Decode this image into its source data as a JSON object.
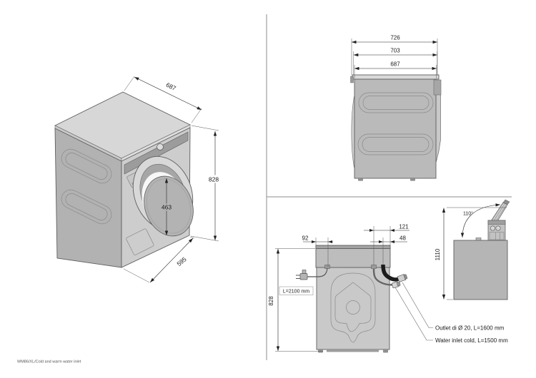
{
  "footer": {
    "label": "WM86/XL/Cold and warm water inlet"
  },
  "colors": {
    "body_light": "#d7d7d7",
    "body_mid": "#bababa",
    "body_dark": "#9c9c9c",
    "drawing_line": "#5f5f5f",
    "dimension_line": "#222222"
  },
  "isometric_view": {
    "depth_mm": "687",
    "height_mm": "828",
    "door_diameter_mm": "463",
    "width_mm": "595"
  },
  "side_view": {
    "depth_total_mm": "726",
    "depth_mid_mm": "703",
    "depth_body_mm": "687"
  },
  "rear_view": {
    "cord_offset_mm": "92",
    "outlet_offset_mm": "121",
    "inlet_offset_mm": "48",
    "height_mm": "828",
    "cord_length_label": "L=2100 mm"
  },
  "lid_view": {
    "opening_angle": "110°",
    "open_height_mm": "1110"
  },
  "callouts": {
    "outlet_label": "Outlet di Ø 20, L=1600 mm",
    "water_inlet_label": "Water inlet cold, L=1500 mm"
  }
}
